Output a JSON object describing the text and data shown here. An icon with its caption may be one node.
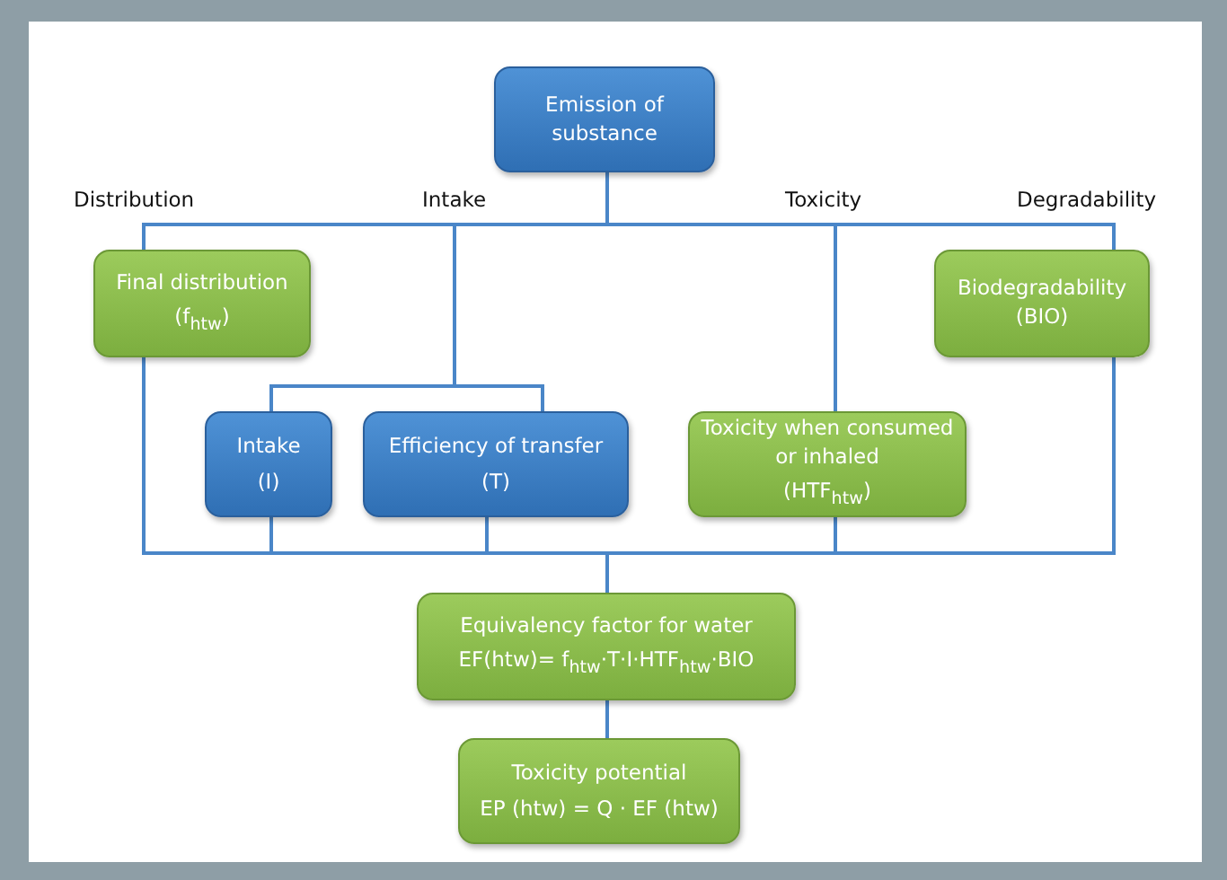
{
  "diagram": {
    "nodes": [
      {
        "text": [
          "Emission of substance"
        ]
      },
      {
        "text": [
          "Final distribution",
          "(f$_{htw}$)"
        ]
      },
      {
        "text": [
          "Biodegradability (BIO)"
        ]
      },
      {
        "text": [
          "Intake",
          "(I)"
        ]
      },
      {
        "text": [
          "Efficiency of transfer",
          "(T)"
        ]
      },
      {
        "text": [
          "Toxicity  when consumed or inhaled",
          "(HTF$_{htw}$)"
        ]
      },
      {
        "text": [
          "Equivalency factor for water",
          "EF(htw)= f$_{htw}$·T·I·HTF$_{htw}$·BIO"
        ]
      },
      {
        "text": [
          "Toxicity  potential",
          "EP (htw) = Q · EF (htw)"
        ]
      }
    ],
    "edges": [
      {
        "from": 0,
        "to": 1,
        "arrow": "none"
      },
      {
        "from": 0,
        "to": 3,
        "arrow": "none"
      },
      {
        "from": 0,
        "to": 4,
        "arrow": "none"
      },
      {
        "from": 0,
        "to": 5,
        "arrow": "none"
      },
      {
        "from": 0,
        "to": 2,
        "arrow": "none"
      },
      {
        "from": 1,
        "to": 6,
        "arrow": "none"
      },
      {
        "from": 3,
        "to": 6,
        "arrow": "none"
      },
      {
        "from": 4,
        "to": 6,
        "arrow": "none"
      },
      {
        "from": 5,
        "to": 6,
        "arrow": "none"
      },
      {
        "from": 2,
        "to": 6,
        "arrow": "none"
      },
      {
        "from": 6,
        "to": 7,
        "arrow": "none"
      }
    ],
    "labels": [
      "Distribution",
      "Intake",
      "Toxicity",
      "Degradability"
    ]
  }
}
